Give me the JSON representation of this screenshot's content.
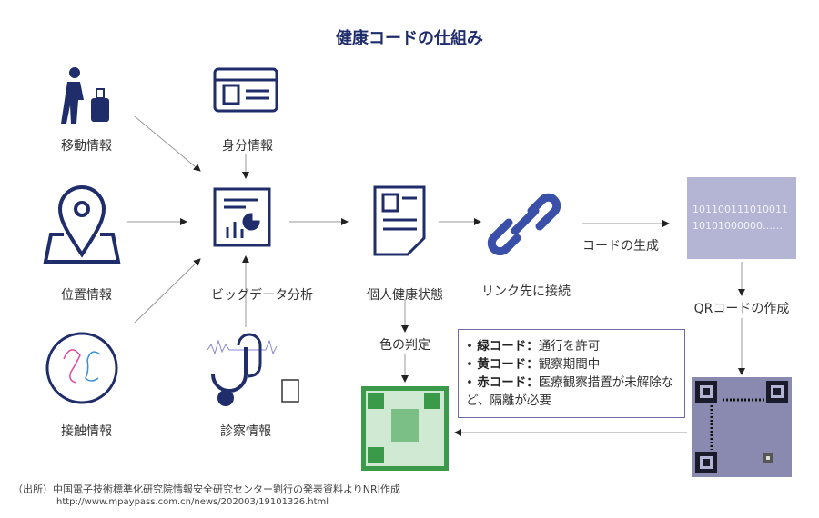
{
  "title": "健康コードの仕組み",
  "inputs": {
    "movement": "移動情報",
    "identity": "身分情報",
    "location": "位置情報",
    "contact": "接触情報",
    "medical": "診察情報"
  },
  "process": {
    "bigdata": "ビッグデータ分析",
    "health_status": "個人健康状態",
    "link": "リンク先に接続",
    "code_gen": "コードの生成",
    "binary_line1": "101100111010011",
    "binary_line2": "10101000000……",
    "qr_create": "QRコードの作成",
    "color_judge": "色の判定"
  },
  "rules": [
    {
      "key": "緑コード：",
      "text": "通行を許可"
    },
    {
      "key": "黄コード：",
      "text": "観察期間中"
    },
    {
      "key": "赤コード：",
      "text": "医療観察措置が未解除など、隔離が必要"
    }
  ],
  "footer": {
    "source": "（出所）中国電子技術標準化研究院情報安全研究センター劉行の発表資料よりNRI作成",
    "url": "http://www.mpaypass.com.cn/news/202003/19101326.html"
  },
  "colors": {
    "navy": "#1f2d6b",
    "green": "#3a9a4a",
    "lavender": "#b4b4d4",
    "qr_gray": "#8a8ab0"
  }
}
